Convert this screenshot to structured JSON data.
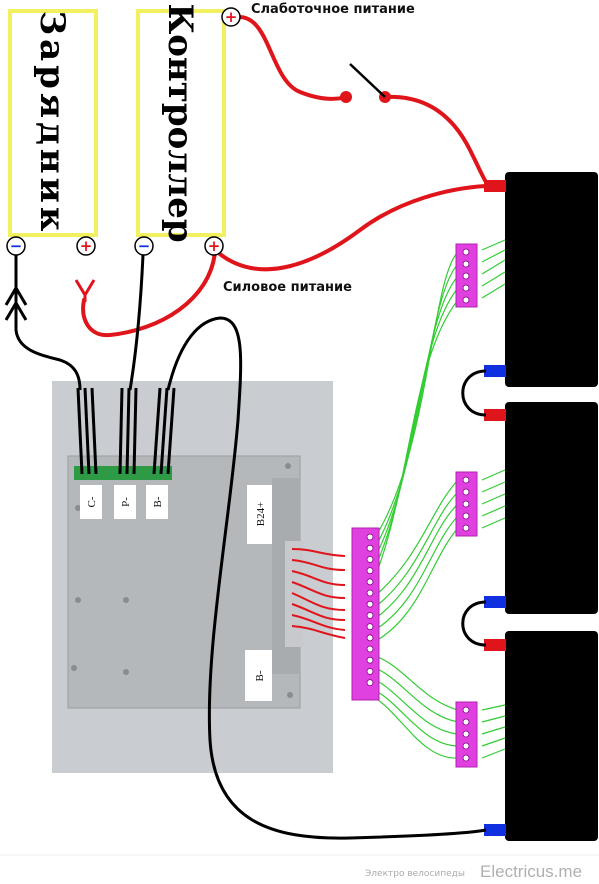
{
  "charger": {
    "title": "Зарядник"
  },
  "controller": {
    "title": "Контроллер"
  },
  "labels": {
    "low_power": "Слаботочное питание",
    "power": "Силовое питание"
  },
  "bms": {
    "wire_tags": [
      "C-",
      "P-",
      "B-"
    ],
    "b24_plus": "B24+",
    "b_minus": "B-"
  },
  "terminals": {
    "minus": "−",
    "plus": "+"
  },
  "watermark": {
    "small": "Электро велосипеды",
    "brand": "Electricus.me"
  },
  "colors": {
    "red_wire": "#e0141b",
    "black_wire": "#000000",
    "balance_wire": "#33cc33",
    "connector": "#e040e0",
    "box_border": "#f2f25a",
    "battery": "#000000"
  }
}
